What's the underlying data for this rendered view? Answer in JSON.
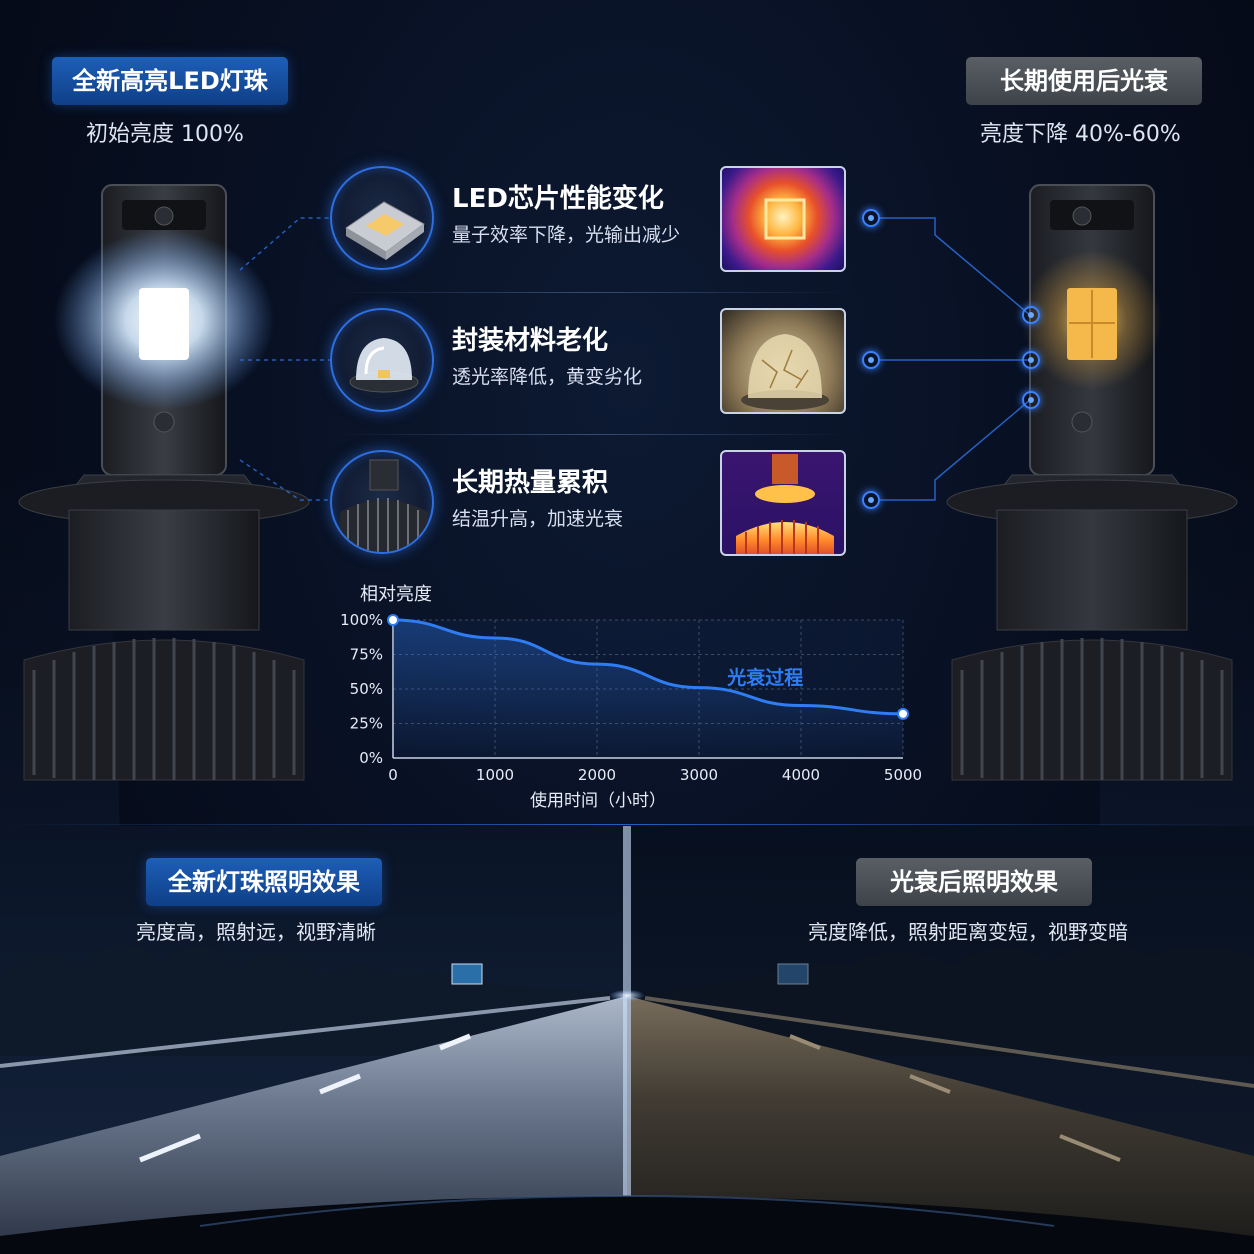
{
  "left": {
    "badge": "全新高亮LED灯珠",
    "subtitle": "初始亮度 100%"
  },
  "right": {
    "badge": "长期使用后光衰",
    "subtitle": "亮度下降 40%-60%"
  },
  "features": [
    {
      "title": "LED芯片性能变化",
      "desc": "量子效率下降，光输出减少",
      "icon": "led-chip-icon",
      "thumb": "thermal-chip-thumb"
    },
    {
      "title": "封装材料老化",
      "desc": "透光率降低，黄变劣化",
      "icon": "lens-dome-icon",
      "thumb": "yellowed-dome-thumb"
    },
    {
      "title": "长期热量累积",
      "desc": "结温升高，加速光衰",
      "icon": "heatsink-icon",
      "thumb": "thermal-heatsink-thumb"
    }
  ],
  "chart_data": {
    "type": "line",
    "ylabel": "相对亮度",
    "xlabel": "使用时间（小时）",
    "x": [
      0,
      1000,
      2000,
      3000,
      4000,
      5000
    ],
    "xticks": [
      "0",
      "1000",
      "2000",
      "3000",
      "4000",
      "5000"
    ],
    "yticks": [
      "0%",
      "25%",
      "50%",
      "75%",
      "100%"
    ],
    "xlim": [
      0,
      5000
    ],
    "ylim": [
      0,
      100
    ],
    "grid": true,
    "series": [
      {
        "name": "",
        "values": [
          100,
          87,
          68,
          51,
          38,
          32
        ]
      }
    ],
    "annotation": "光衰过程",
    "line_color": "#2f7df5"
  },
  "bottom": {
    "left_badge": "全新灯珠照明效果",
    "left_desc": "亮度高，照射远，视野清晰",
    "right_badge": "光衰后照明效果",
    "right_desc": "亮度降低，照射距离变短，视野变暗"
  },
  "colors": {
    "accent": "#2f7df5",
    "badge_blue": "#1d5fb8",
    "badge_gray": "#4a4f56"
  }
}
